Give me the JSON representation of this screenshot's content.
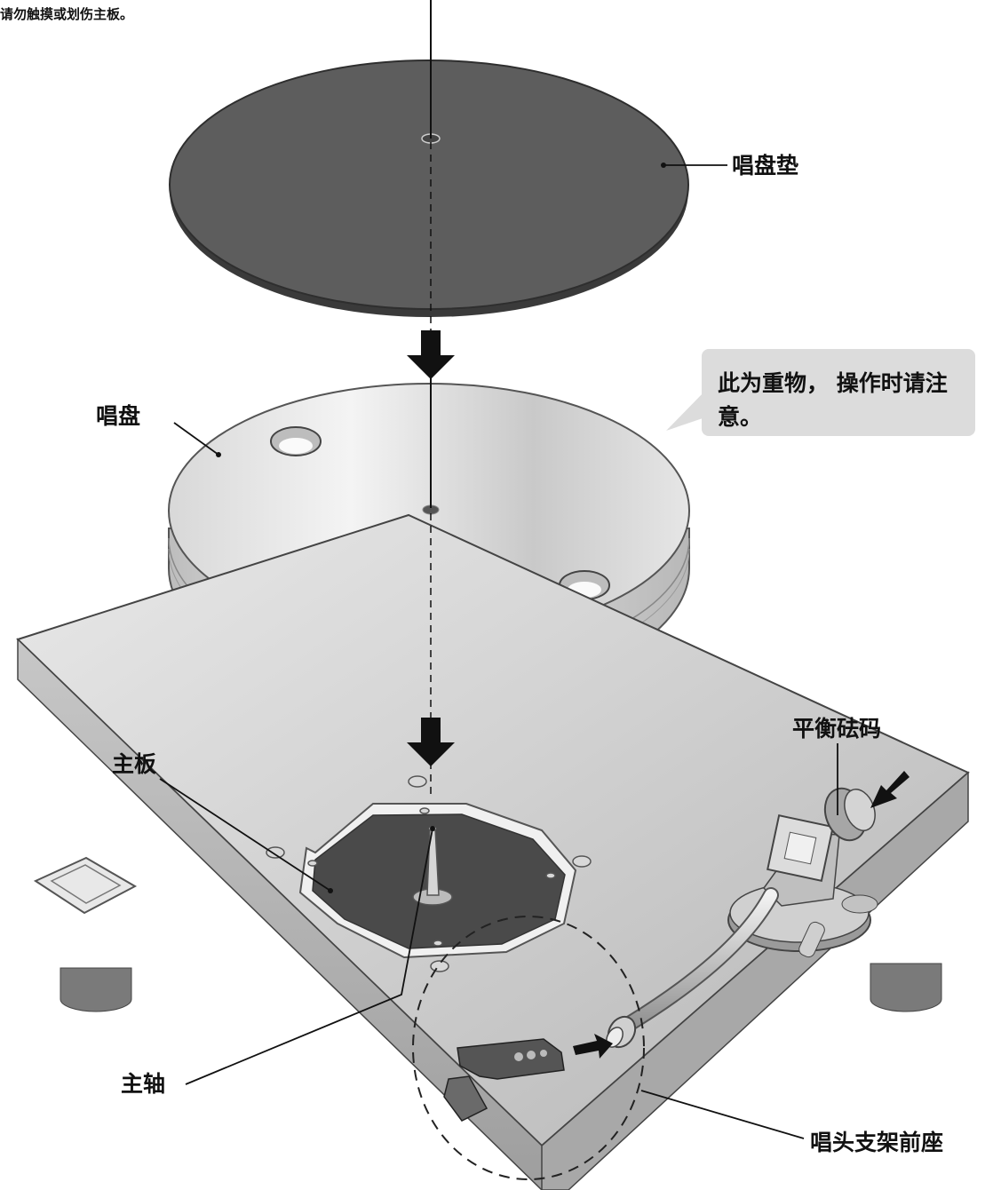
{
  "notes": {
    "top_warning": "请勿触摸或划伤主板。",
    "heavy_callout": "此为重物， 操作时请注意。"
  },
  "labels": {
    "mat": "唱盘垫",
    "platter": "唱盘",
    "chassis": "主板",
    "spindle": "主轴",
    "counterweight": "平衡砝码",
    "headshell_socket": "唱头支架前座"
  }
}
